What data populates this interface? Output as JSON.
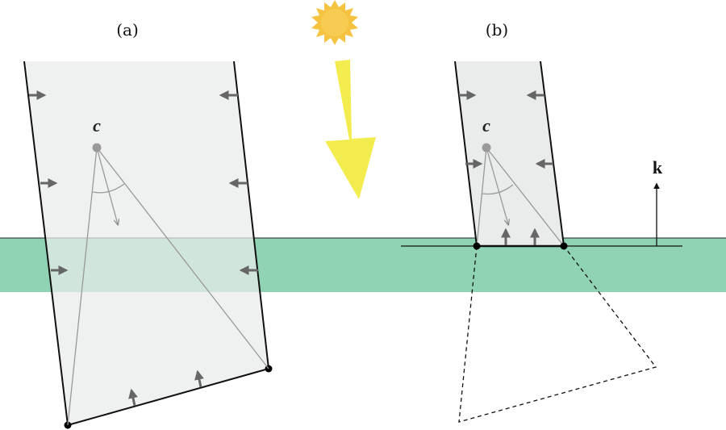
{
  "panels": [
    {
      "label": "(a)",
      "center_label": "c"
    },
    {
      "label": "(b)",
      "center_label": "c",
      "normal_label": "k"
    }
  ],
  "colors": {
    "water": "#8fd3b4",
    "body_fill": "#e9eceb",
    "outline": "#111111",
    "arrow": "#666666",
    "sun": "#f6c341",
    "light_arrow": "#f3ec4f"
  },
  "icons": {
    "sun": "sun-icon",
    "light": "sunlight-arrow-icon"
  }
}
